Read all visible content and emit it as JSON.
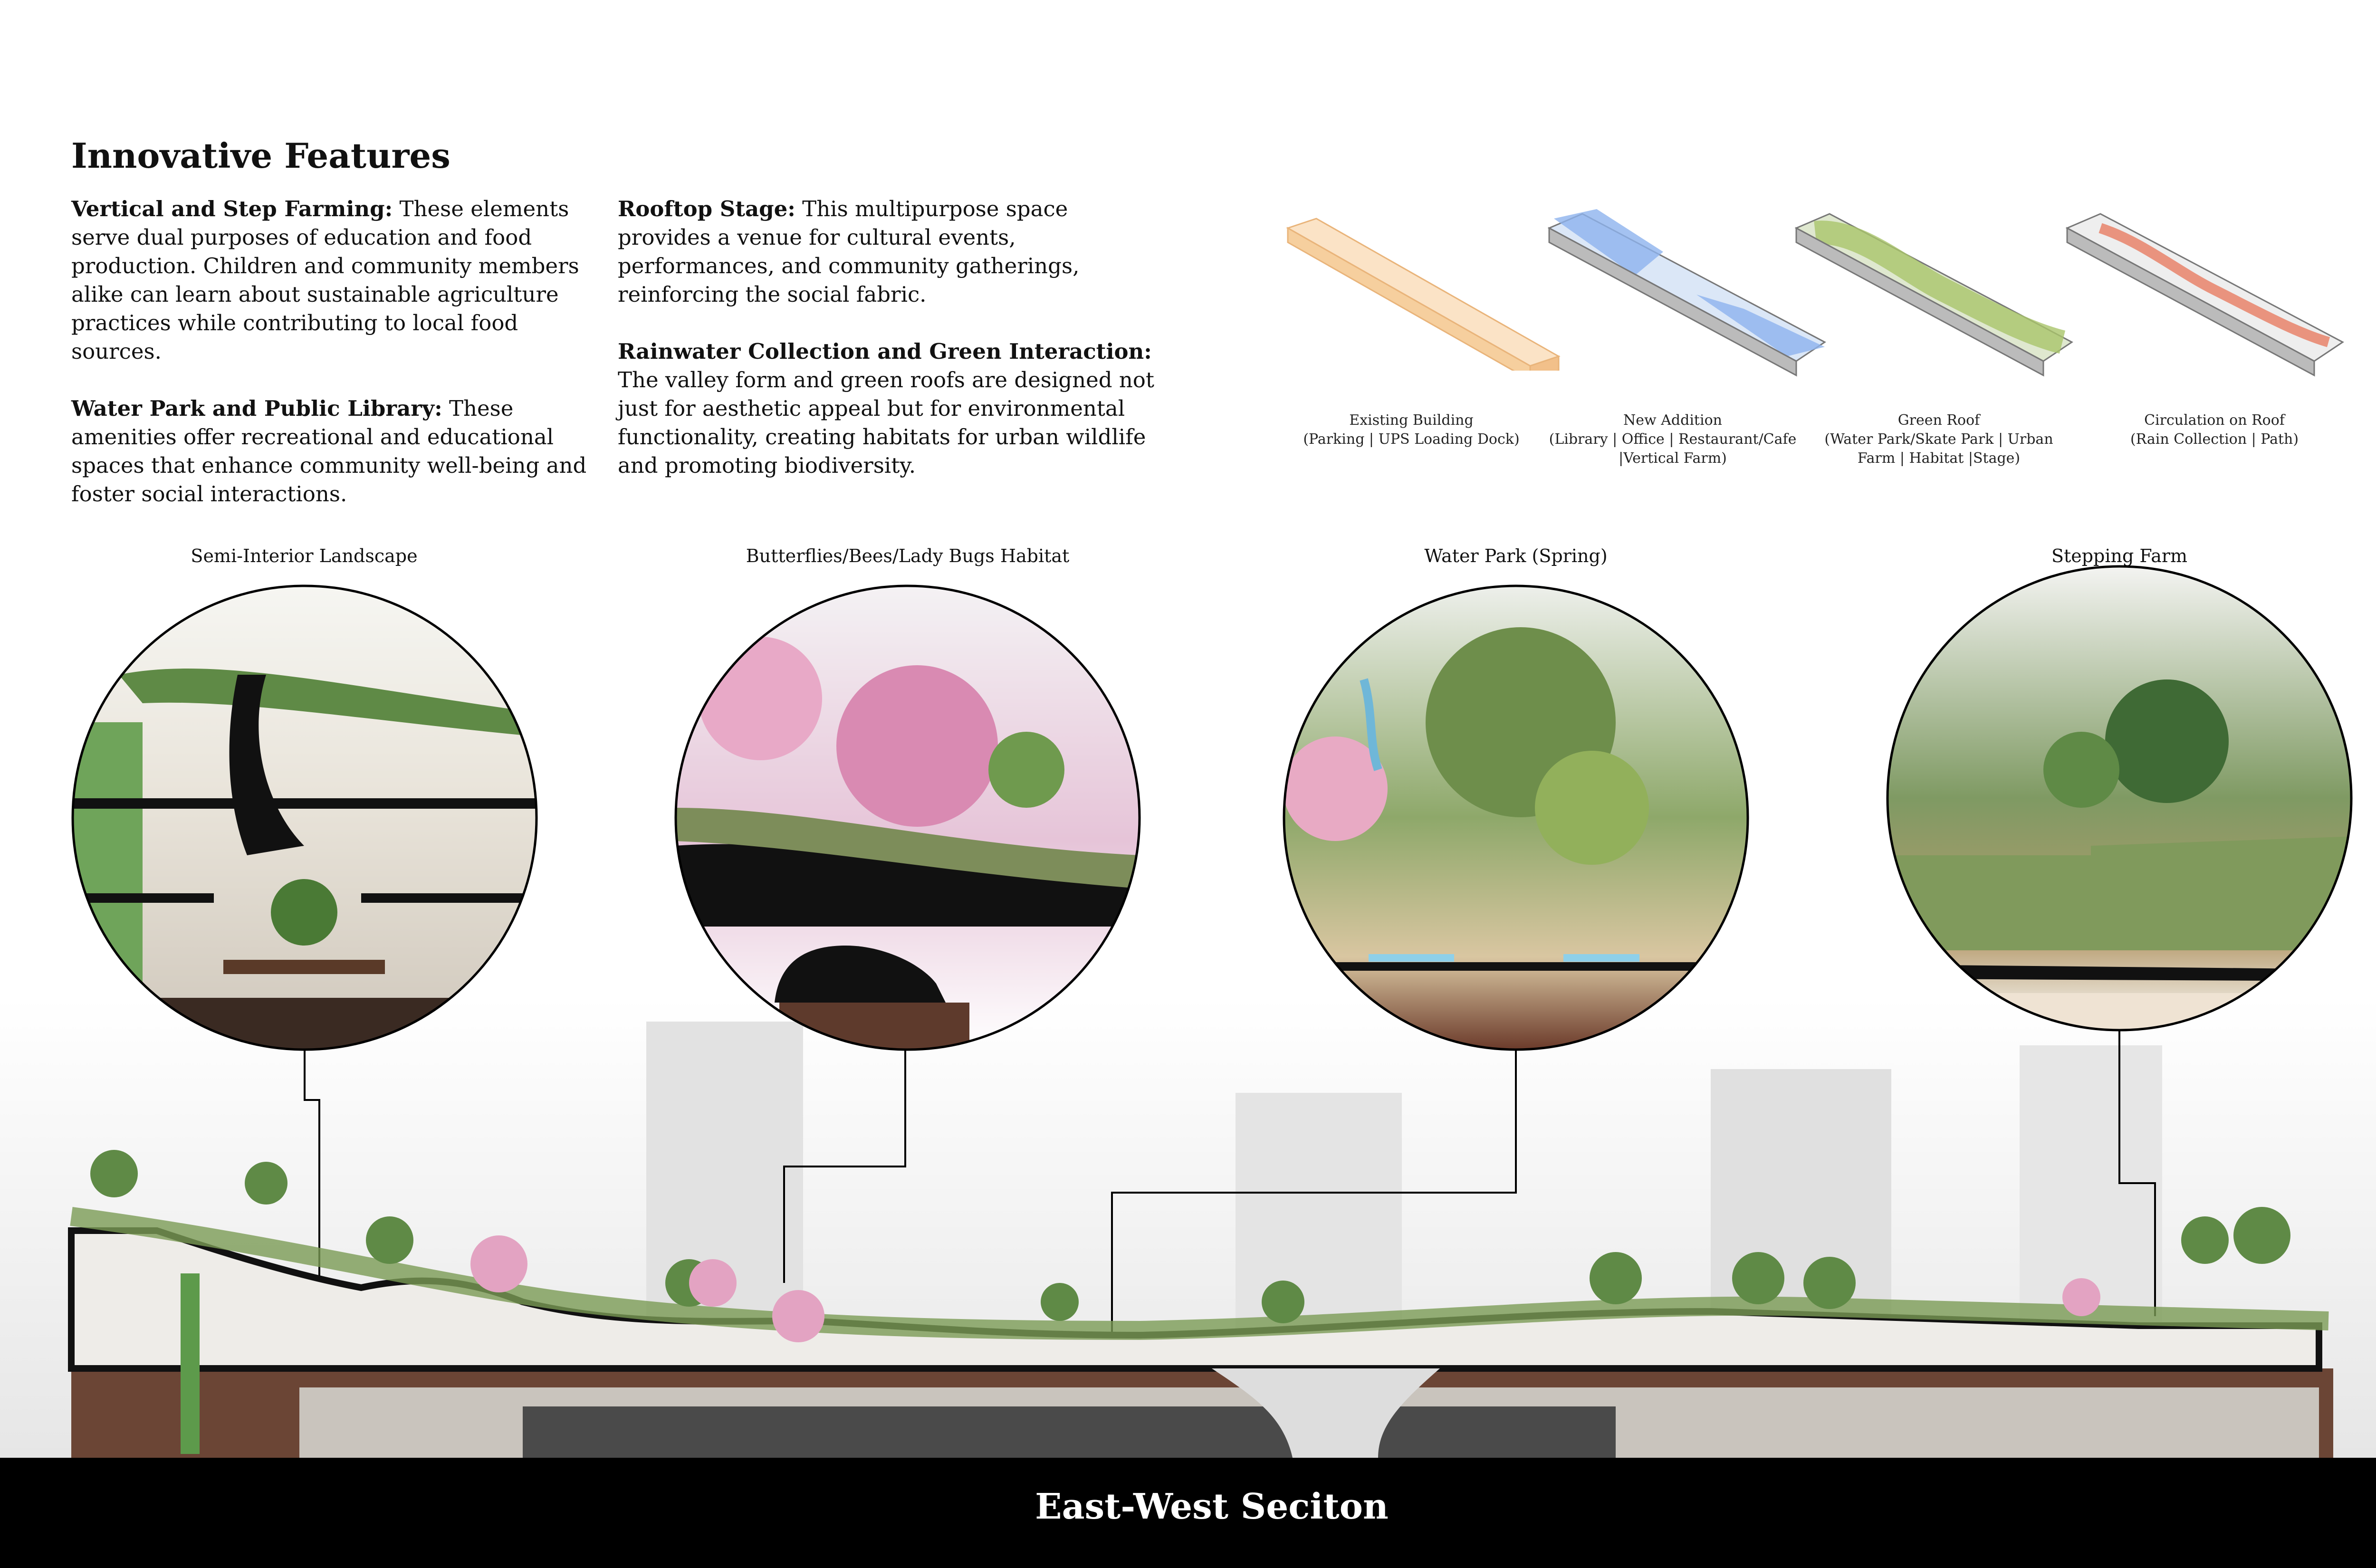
{
  "heading": "Innovative Features",
  "features": [
    {
      "title": "Vertical and Step Farming:",
      "text": " These elements serve dual purposes of education and food production. Children and community members alike can learn about sustainable agriculture practices while contributing to local food sources."
    },
    {
      "title": "Water Park and Public Library:",
      "text": " These amenities offer recreational and educational spaces that enhance community well-being and foster social interactions."
    },
    {
      "title": "Rooftop Stage:",
      "text": " This multipurpose space provides a venue for cultural events, performances, and community gatherings, reinforcing the social fabric."
    },
    {
      "title": "Rainwater Collection and Green Interaction:",
      "text": " The valley form and green roofs are designed not just for aesthetic appeal but for environmental functionality, creating habitats for urban wildlife and promoting biodiversity."
    }
  ],
  "axon_diagrams": [
    {
      "title": "Existing Building",
      "subtitle": "(Parking | UPS Loading Dock)",
      "color": "#f5c48a"
    },
    {
      "title": "New Addition",
      "subtitle": "(Library | Office | Restaurant/Cafe |Vertical Farm)",
      "color": "#6fa0e8"
    },
    {
      "title": "Green Roof",
      "subtitle": "(Water Park/Skate Park | Urban Farm | Habitat |Stage)",
      "color": "#a9c46a"
    },
    {
      "title": "Circulation on Roof",
      "subtitle": "(Rain Collection | Path)",
      "color": "#e8836a"
    }
  ],
  "vignettes": [
    {
      "title": "Semi-Interior Landscape"
    },
    {
      "title": "Butterflies/Bees/Lady Bugs Habitat"
    },
    {
      "title": "Water Park (Spring)"
    },
    {
      "title": "Stepping Farm"
    }
  ],
  "section_title": "East-West Seciton"
}
